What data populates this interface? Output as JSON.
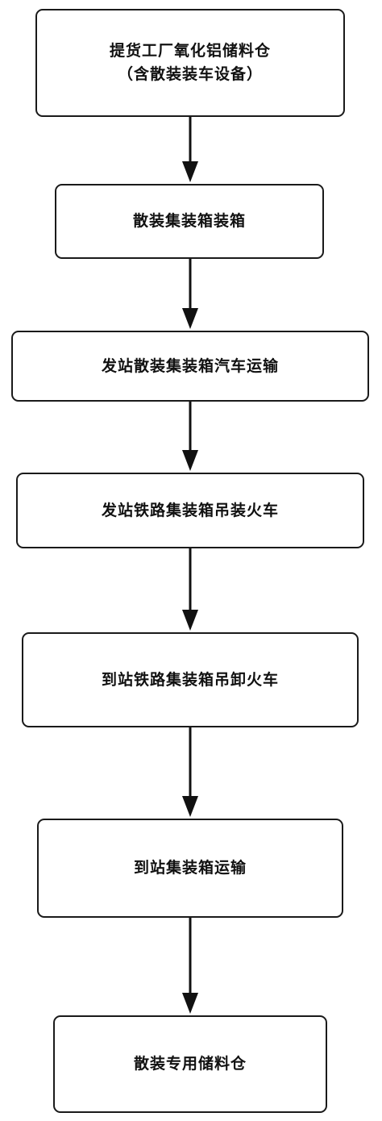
{
  "flowchart": {
    "steps": [
      {
        "lines": [
          "提货工厂氧化铝储料仓",
          "（含散装装车设备）"
        ]
      },
      {
        "lines": [
          "散装集装箱装箱"
        ]
      },
      {
        "lines": [
          "发站散装集装箱汽车运输"
        ]
      },
      {
        "lines": [
          "发站铁路集装箱吊装火车"
        ]
      },
      {
        "lines": [
          "到站铁路集装箱吊卸火车"
        ]
      },
      {
        "lines": [
          "到站集装箱运输"
        ]
      },
      {
        "lines": [
          "散装专用储料仓"
        ]
      }
    ]
  }
}
